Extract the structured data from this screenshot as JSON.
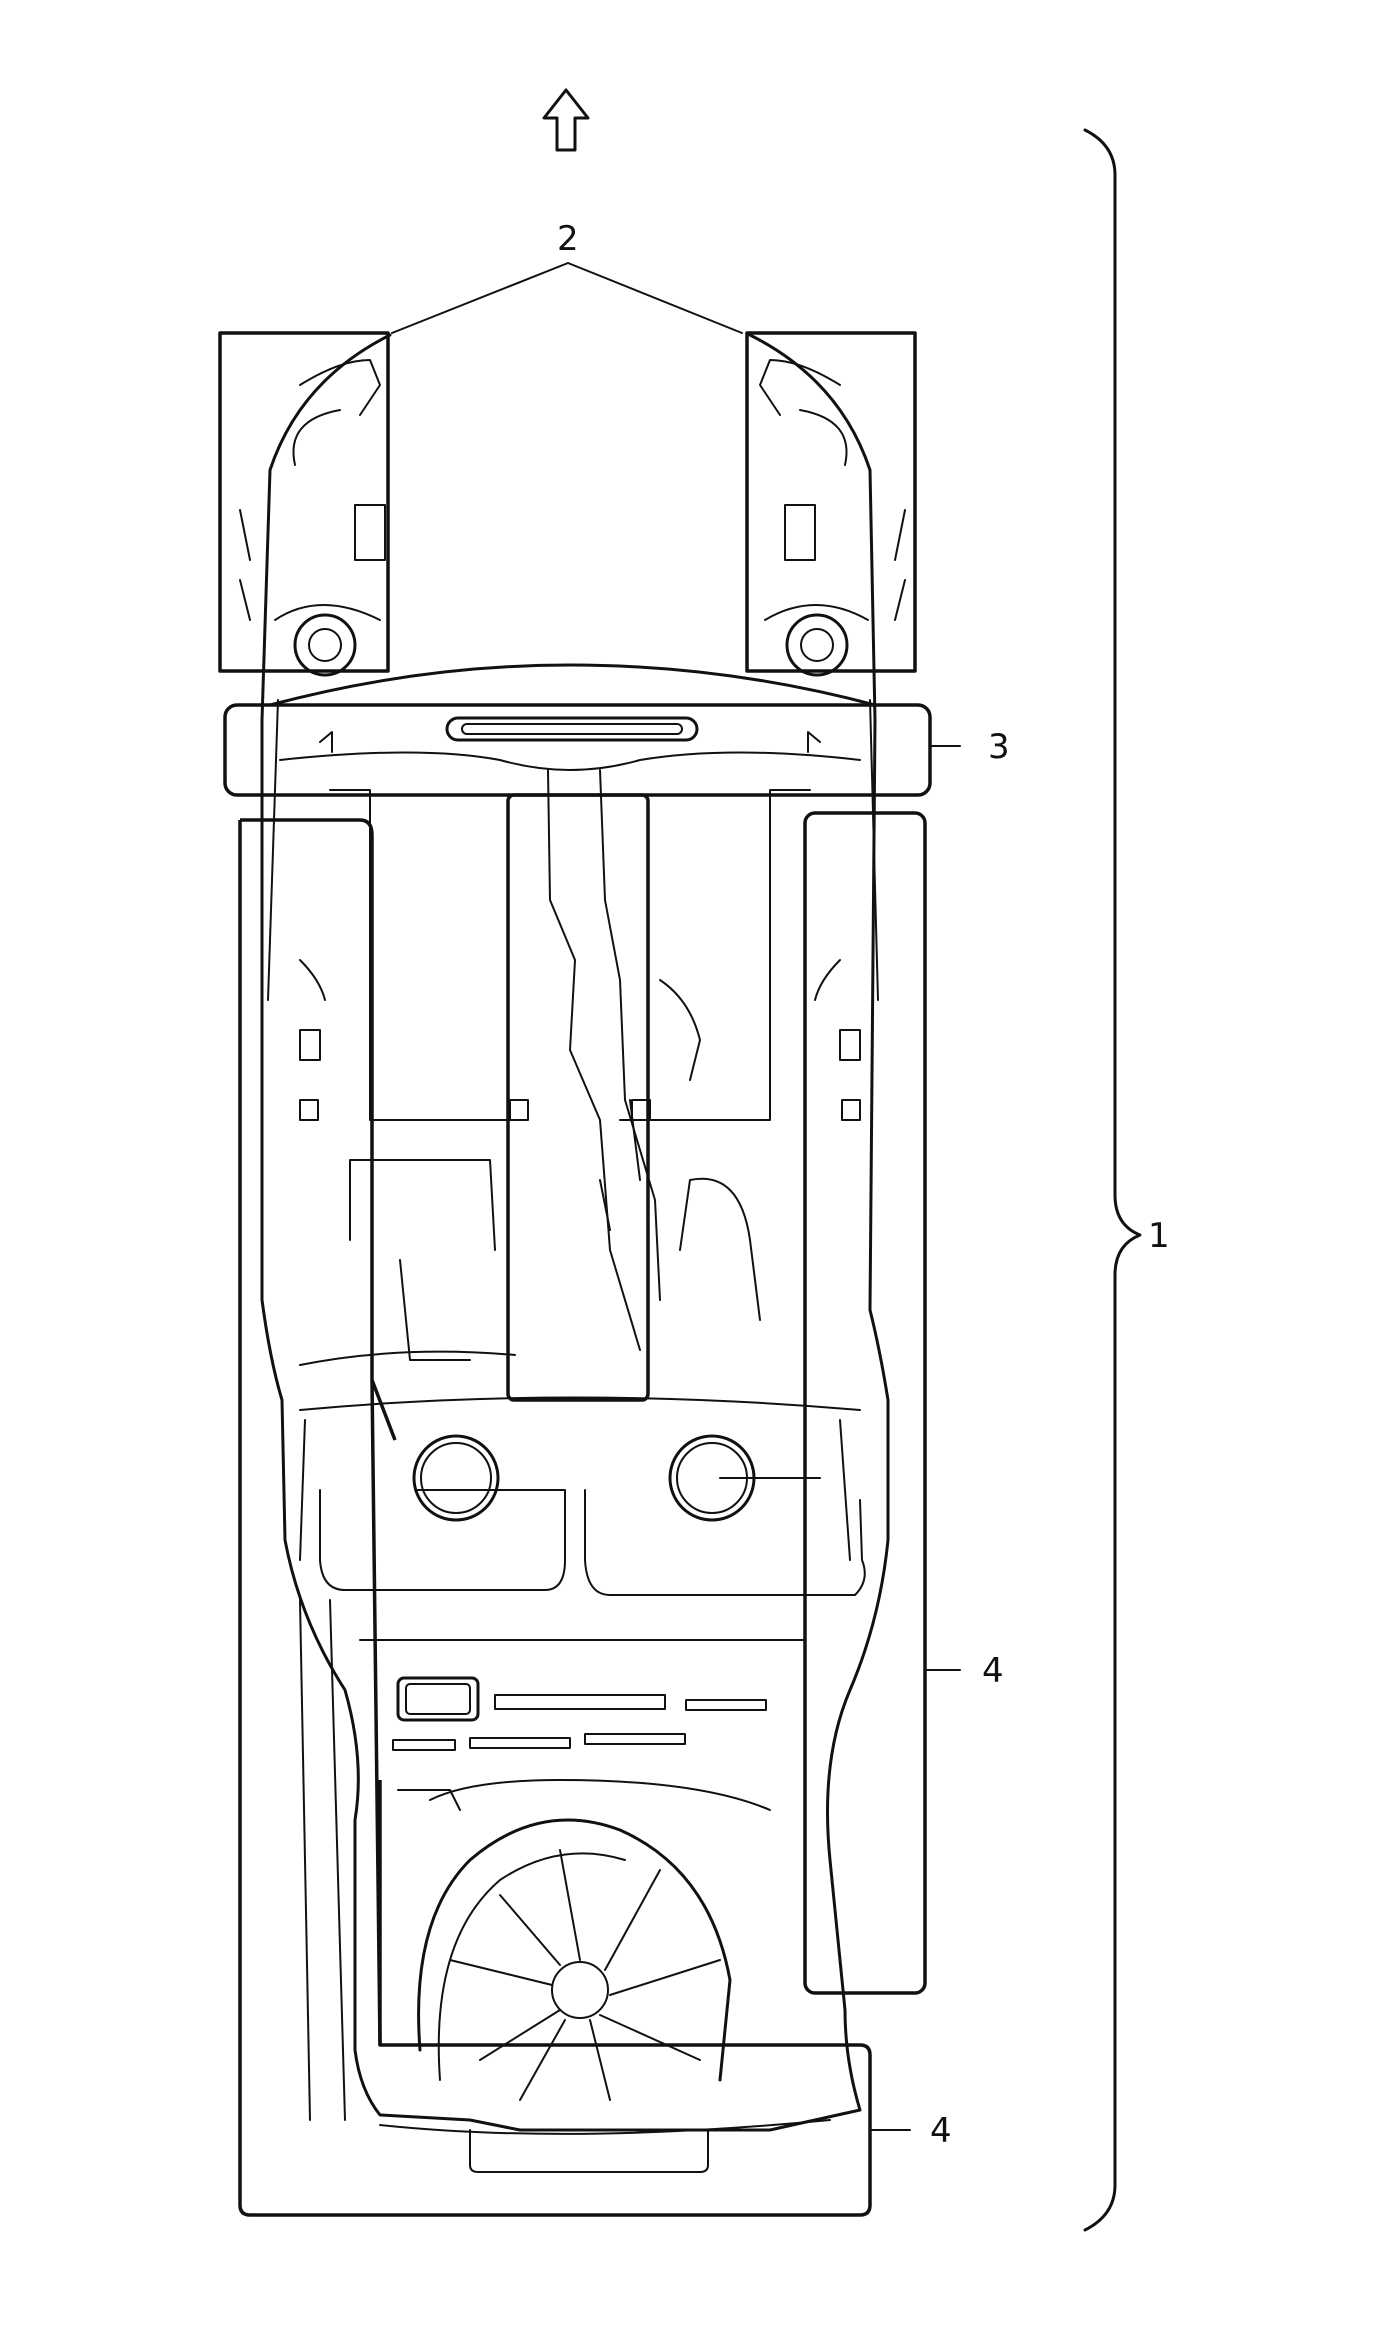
{
  "diagram": {
    "colors": {
      "line": "#111111",
      "background": "#ffffff"
    },
    "direction_arrow_icon": "up-arrow-icon",
    "callouts": {
      "part_1": "1",
      "part_2": "2",
      "part_3": "3",
      "part_4_side": "4",
      "part_4_rear": "4"
    }
  }
}
